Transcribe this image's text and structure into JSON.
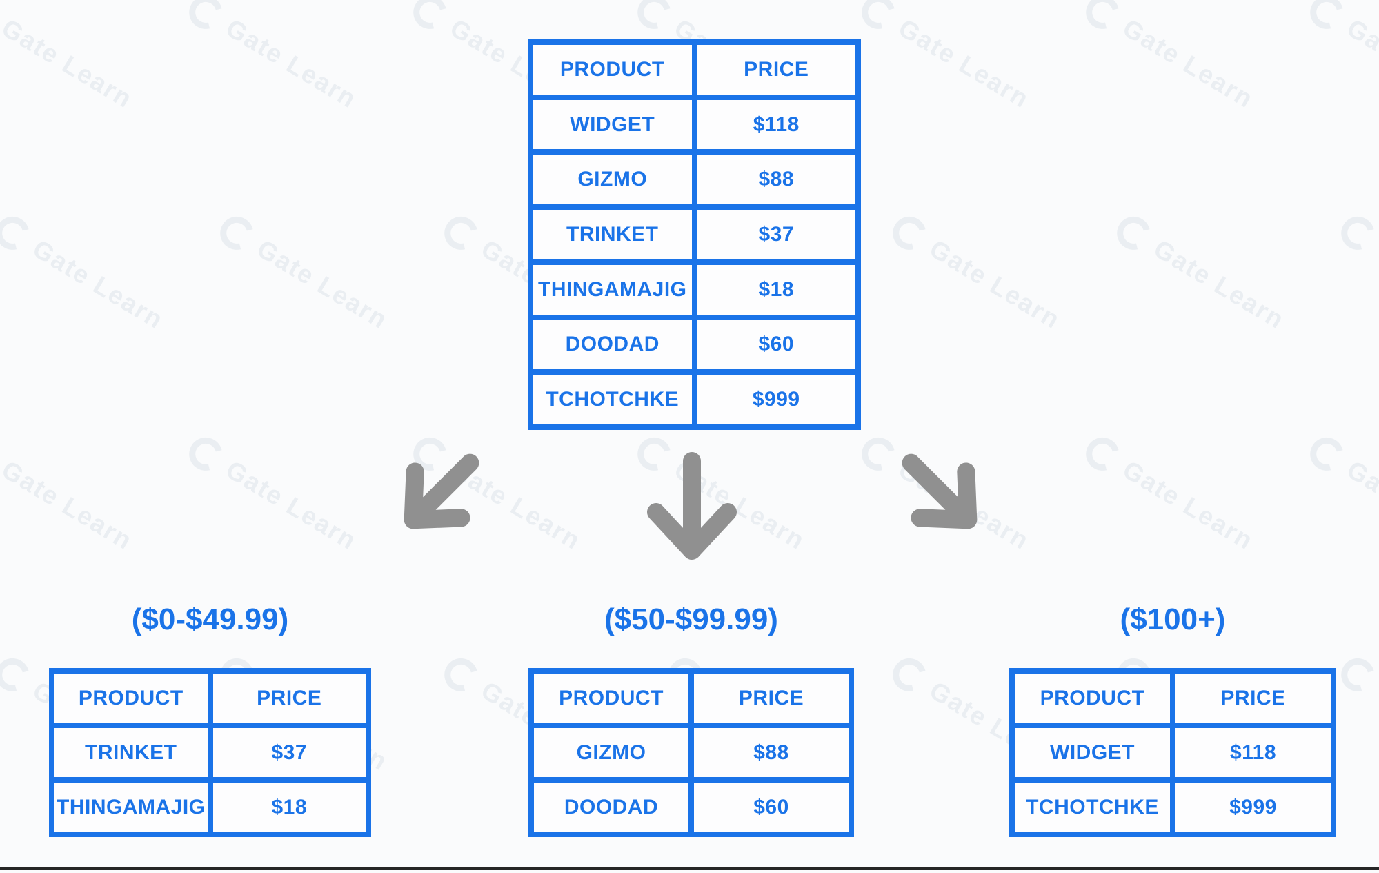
{
  "watermark": {
    "text": "Gate Learn"
  },
  "colors": {
    "table_blue": "#1a73e8",
    "cell_white": "#fdfdfe",
    "arrow_gray": "#909090",
    "watermark_gray": "#cbd2dd",
    "bottom_line": "#262626"
  },
  "main_table": {
    "headers": {
      "product": "PRODUCT",
      "price": "PRICE"
    },
    "rows": [
      {
        "product": "WIDGET",
        "price": "$118"
      },
      {
        "product": "GIZMO",
        "price": "$88"
      },
      {
        "product": "TRINKET",
        "price": "$37"
      },
      {
        "product": "THINGAMAJIG",
        "price": "$18"
      },
      {
        "product": "DOODAD",
        "price": "$60"
      },
      {
        "product": "TCHOTCHKE",
        "price": "$999"
      }
    ]
  },
  "arrows": [
    {
      "name": "arrow-down-left",
      "direction": "down-left"
    },
    {
      "name": "arrow-down",
      "direction": "down"
    },
    {
      "name": "arrow-down-right",
      "direction": "down-right"
    }
  ],
  "groups": [
    {
      "label": "($0-$49.99)",
      "headers": {
        "product": "PRODUCT",
        "price": "PRICE"
      },
      "rows": [
        {
          "product": "TRINKET",
          "price": "$37"
        },
        {
          "product": "THINGAMAJIG",
          "price": "$18"
        }
      ]
    },
    {
      "label": "($50-$99.99)",
      "headers": {
        "product": "PRODUCT",
        "price": "PRICE"
      },
      "rows": [
        {
          "product": "GIZMO",
          "price": "$88"
        },
        {
          "product": "DOODAD",
          "price": "$60"
        }
      ]
    },
    {
      "label": "($100+)",
      "headers": {
        "product": "PRODUCT",
        "price": "PRICE"
      },
      "rows": [
        {
          "product": "WIDGET",
          "price": "$118"
        },
        {
          "product": "TCHOTCHKE",
          "price": "$999"
        }
      ]
    }
  ]
}
